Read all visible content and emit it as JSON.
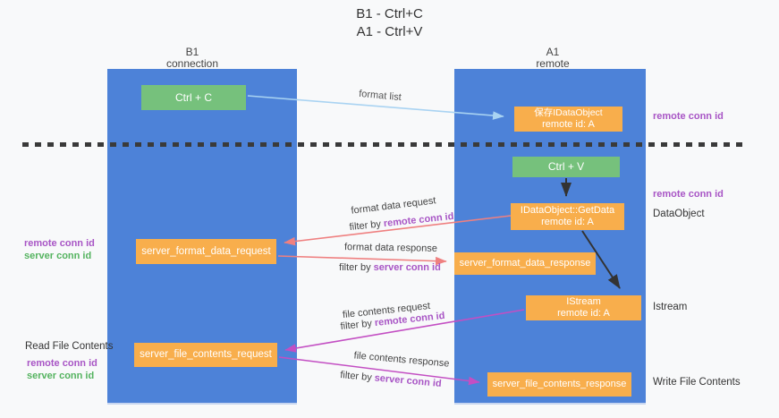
{
  "title": {
    "line1": "B1 - Ctrl+C",
    "line2": "A1 - Ctrl+V"
  },
  "columns": {
    "left": {
      "name": "B1",
      "role": "connection"
    },
    "right": {
      "name": "A1",
      "role": "remote"
    }
  },
  "nodes": {
    "ctrl_c": {
      "label": "Ctrl + C"
    },
    "ctrl_v": {
      "label": "Ctrl + V"
    },
    "save_idataobject": {
      "line1": "保存IDataObject",
      "line2": "remote id: A"
    },
    "idataobject_getdata": {
      "line1": "IDataObject::GetData",
      "line2": "remote id: A"
    },
    "istream": {
      "line1": "IStream",
      "line2": "remote id: A"
    },
    "server_format_data_request": {
      "label": "server_format_data_request"
    },
    "server_format_data_response": {
      "label": "server_format_data_response"
    },
    "server_file_contents_request": {
      "label": "server_file_contents_request"
    },
    "server_file_contents_response": {
      "label": "server_file_contents_response"
    }
  },
  "annotations": {
    "right": {
      "remote_conn_id_top": "remote conn id",
      "remote_conn_id_mid": "remote conn id",
      "dataobject": "DataObject",
      "istream": "Istream",
      "write_file_contents": "Write File Contents"
    },
    "left": {
      "remote_conn_id_format": "remote conn id",
      "server_conn_id_format": "server conn id",
      "read_file_contents": "Read File Contents",
      "remote_conn_id_file": "remote conn id",
      "server_conn_id_file": "server conn id"
    }
  },
  "arrows": {
    "format_list": {
      "label": "format list"
    },
    "format_data_request": {
      "label": "format data request",
      "filter_prefix": "filter by",
      "filter_key": "remote conn id"
    },
    "format_data_response": {
      "label": "format data response",
      "filter_prefix": "filter by",
      "filter_key": "server conn id"
    },
    "file_contents_request": {
      "label": "file contents request",
      "filter_prefix": "filter by",
      "filter_key": "remote conn id"
    },
    "file_contents_response": {
      "label": "file contents response",
      "filter_prefix": "filter by",
      "filter_key": "server conn id"
    }
  },
  "colors": {
    "column_blue": "#4d82d8",
    "node_green": "#76c17c",
    "node_orange": "#f8ae4c",
    "accent_purple": "#a855c5",
    "accent_green": "#54b35f",
    "arrow_salmon": "#ef8080",
    "arrow_magenta": "#c34fc3",
    "arrow_lightblue": "#a9d3f2",
    "arrow_black": "#333333"
  }
}
